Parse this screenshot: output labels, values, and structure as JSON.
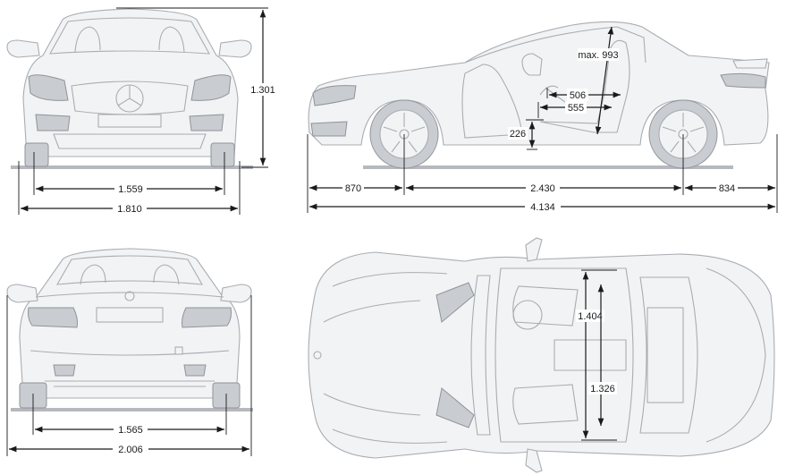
{
  "dimensions": {
    "front_track": "1.559",
    "front_width": "1.810",
    "height": "1.301",
    "front_overhang": "870",
    "wheelbase": "2.430",
    "rear_overhang": "834",
    "overall_length": "4.134",
    "ground_to_seat": "226",
    "seat_depth": "506",
    "seat_travel": "555",
    "headroom": "max. 993",
    "rear_track": "1.565",
    "width_with_mirrors": "2.006",
    "interior_width_front": "1.404",
    "interior_width_rear": "1.326"
  },
  "colors": {
    "line": "#a9adb2",
    "dimension": "#1a1a1a",
    "ground": "#b5b8bc"
  },
  "views": [
    "front-view",
    "side-view",
    "rear-view",
    "top-view"
  ]
}
